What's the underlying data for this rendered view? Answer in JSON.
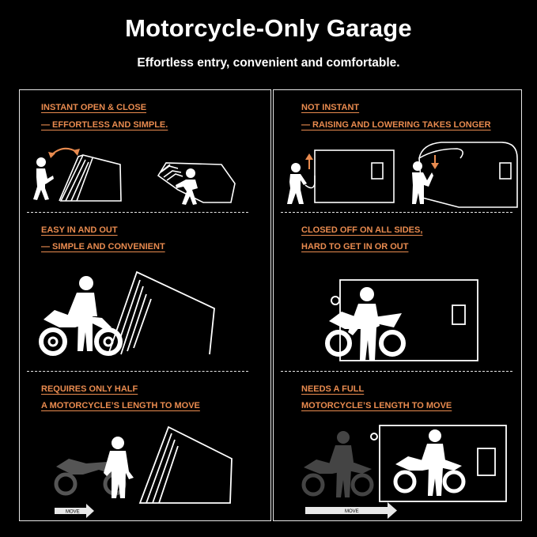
{
  "header": {
    "title": "Motorcycle-Only Garage",
    "subtitle": "Effortless entry, convenient and comfortable."
  },
  "left_panel": {
    "rows": [
      {
        "line1": "INSTANT OPEN & CLOSE",
        "line2": "— EFFORTLESS AND SIMPLE."
      },
      {
        "line1": "EASY IN AND OUT",
        "line2": "— SIMPLE AND CONVENIENT"
      },
      {
        "line1": "REQUIRES ONLY HALF",
        "line2": "A MOTORCYCLE’S LENGTH TO MOVE"
      }
    ],
    "arrow_label": "MOVE"
  },
  "right_panel": {
    "rows": [
      {
        "line1": "NOT INSTANT",
        "line2": "— RAISING AND LOWERING TAKES LONGER"
      },
      {
        "line1": "CLOSED OFF ON ALL SIDES,",
        "line2": "HARD TO GET IN OR OUT"
      },
      {
        "line1": "NEEDS A FULL",
        "line2": "MOTORCYCLE’S LENGTH TO MOVE"
      }
    ],
    "arrow_label": "MOVE"
  },
  "colors": {
    "background": "#000000",
    "accent": "#e98b4f",
    "line": "#e8e8e8"
  },
  "icons": [
    "person-icon",
    "motorcycle-icon",
    "folding-garage-icon",
    "box-garage-icon",
    "rotate-arrow-icon",
    "up-arrow-icon",
    "down-arrow-icon",
    "move-arrow-icon"
  ]
}
